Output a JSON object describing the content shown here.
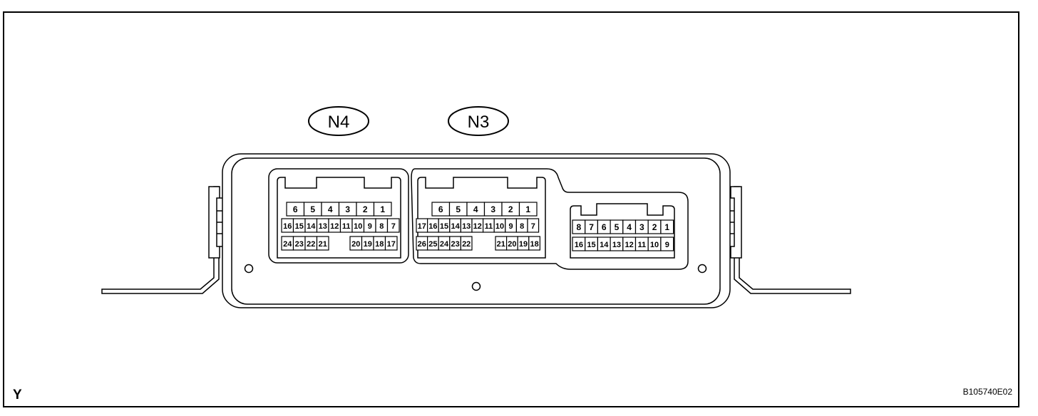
{
  "frame": {
    "corner_letter": "Y",
    "figure_code": "B105740E02"
  },
  "connectors": {
    "n4": {
      "label": "N4",
      "row1": [
        "6",
        "5",
        "4",
        "3",
        "2",
        "1"
      ],
      "row2": [
        "16",
        "15",
        "14",
        "13",
        "12",
        "11",
        "10",
        "9",
        "8",
        "7"
      ],
      "row3_left": [
        "24",
        "23",
        "22",
        "21"
      ],
      "row3_right": [
        "20",
        "19",
        "18",
        "17"
      ]
    },
    "n3": {
      "label": "N3",
      "row1": [
        "6",
        "5",
        "4",
        "3",
        "2",
        "1"
      ],
      "row2": [
        "17",
        "16",
        "15",
        "14",
        "13",
        "12",
        "11",
        "10",
        "9",
        "8",
        "7"
      ],
      "row3_left": [
        "26",
        "25",
        "24",
        "23",
        "22"
      ],
      "row3_right": [
        "21",
        "20",
        "19",
        "18"
      ]
    },
    "third": {
      "row1": [
        "8",
        "7",
        "6",
        "5",
        "4",
        "3",
        "2",
        "1"
      ],
      "row2": [
        "16",
        "15",
        "14",
        "13",
        "12",
        "11",
        "10",
        "9"
      ]
    }
  }
}
